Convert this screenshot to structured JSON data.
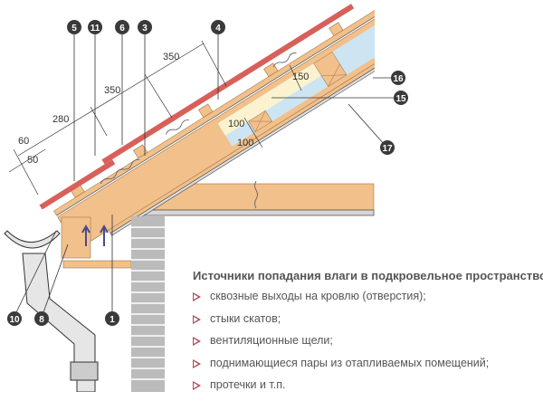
{
  "diagram": {
    "dimensions": [
      "350",
      "350",
      "280",
      "60",
      "50",
      "150",
      "100",
      "100"
    ],
    "callouts": [
      "5",
      "11",
      "6",
      "3",
      "4",
      "16",
      "15",
      "17",
      "10",
      "8",
      "1"
    ]
  },
  "legend": {
    "title": "Источники попадания влаги в подкровельное пространство:",
    "items": [
      "сквозные  выходы на кровлю (отверстия);",
      "стыки скатов;",
      "вентиляционные щели;",
      "поднимающиеся пары из отапливаемых помещений;",
      "протечки и т.п."
    ]
  },
  "colors": {
    "wood": "#f2c08a",
    "tile": "#d8605a",
    "insulation": "#cde4f3",
    "brick": "#b9b9b9",
    "bullet": "#b24a55"
  }
}
